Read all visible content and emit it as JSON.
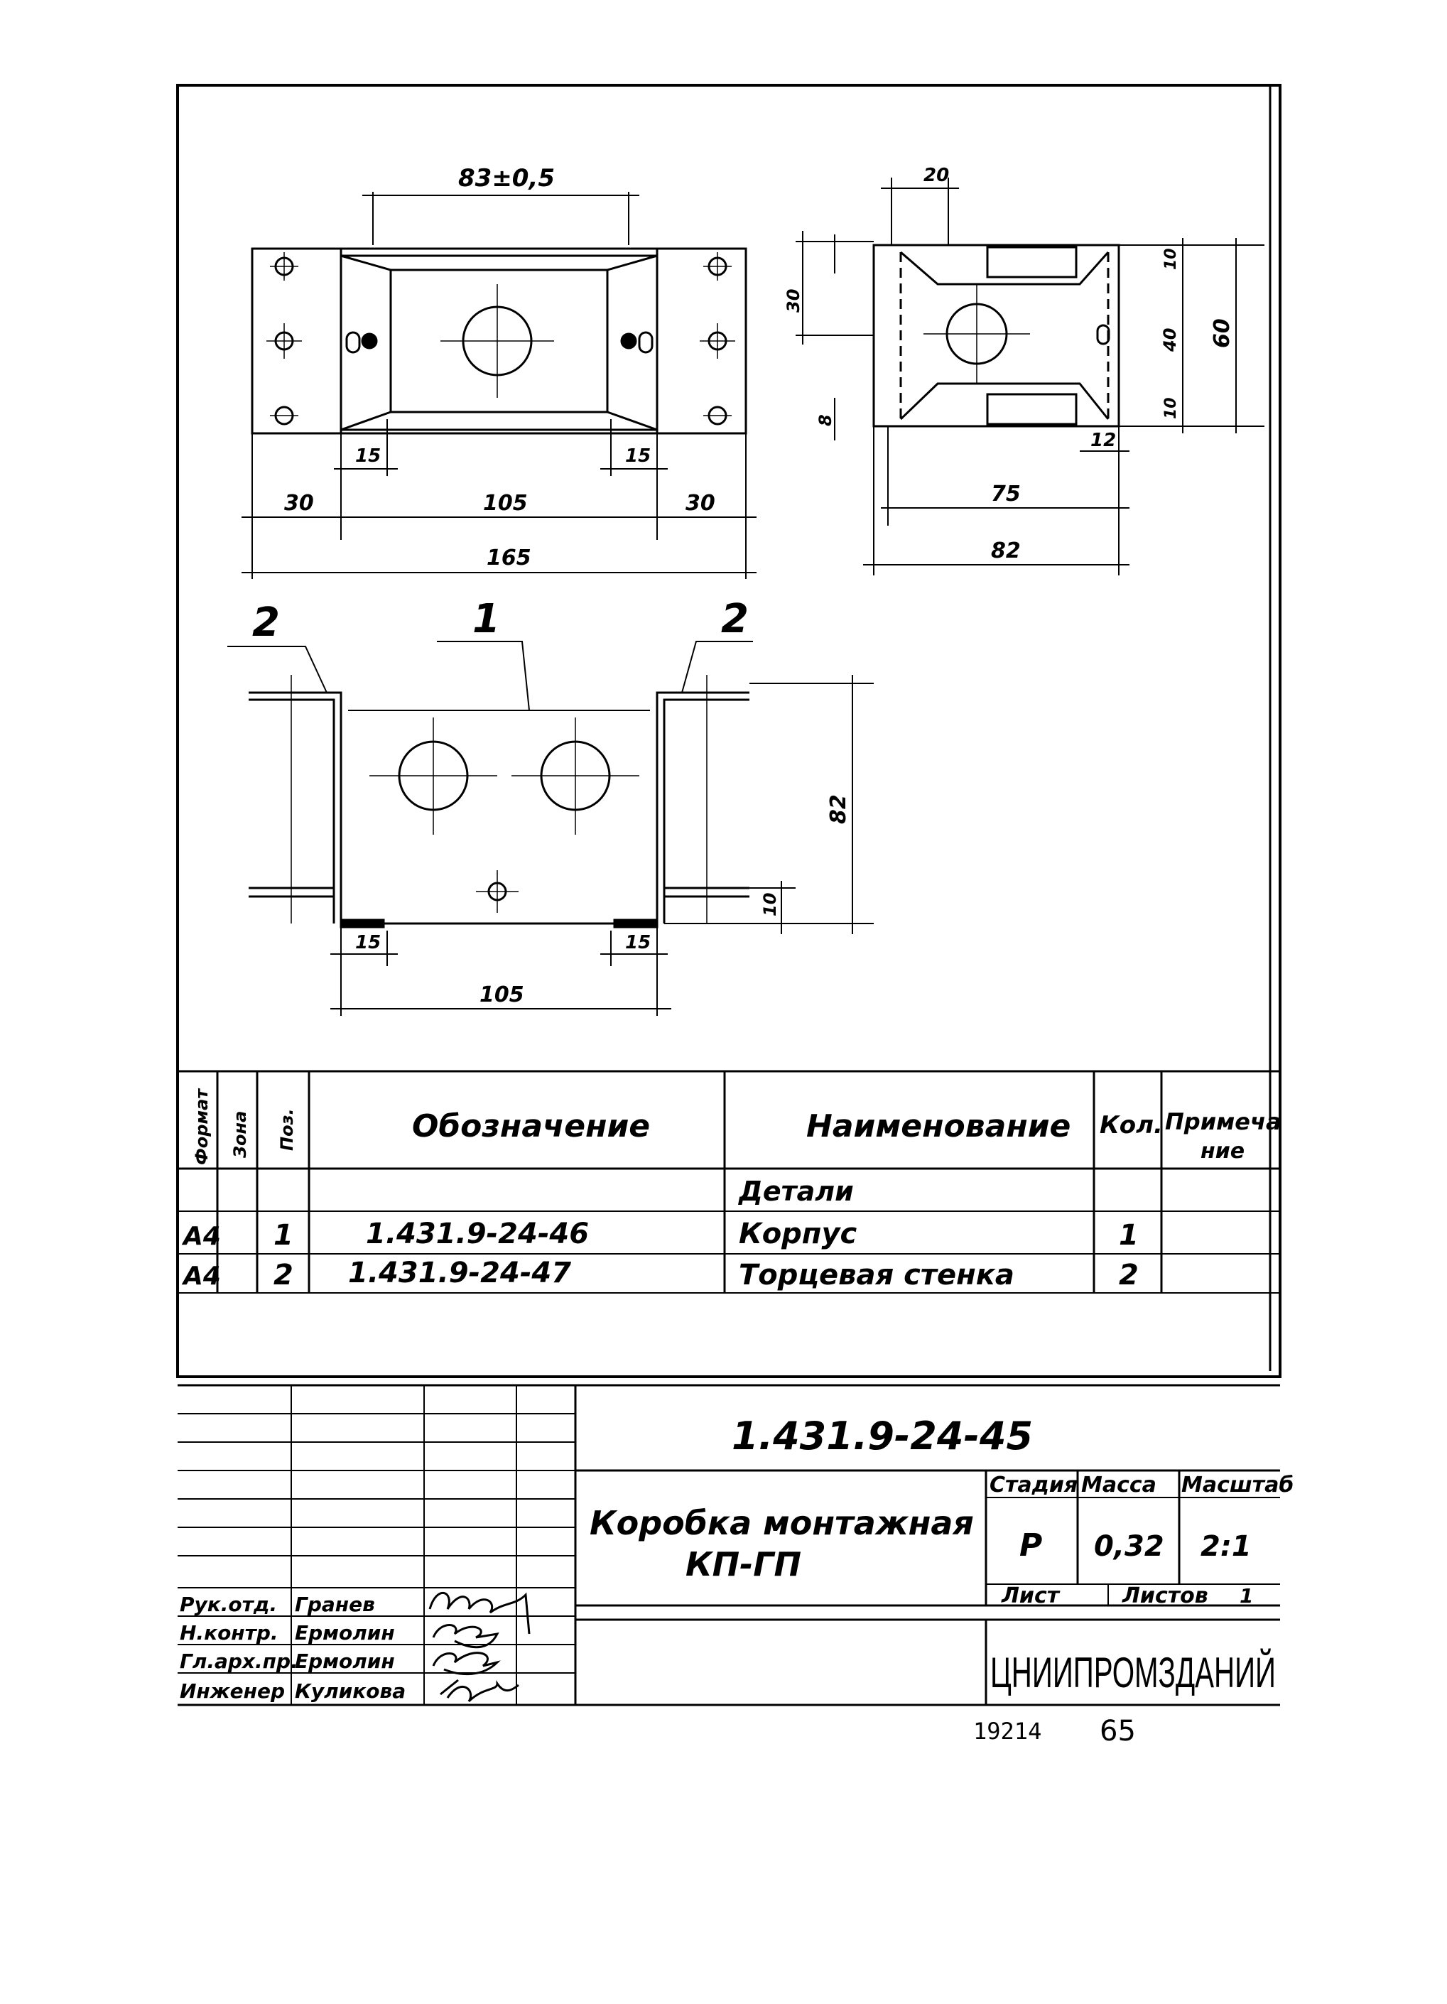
{
  "drawing": {
    "top_view": {
      "dims": {
        "d83": "83±0,5",
        "d15a": "15",
        "d15b": "15",
        "d30a": "30",
        "d105": "105",
        "d30b": "30",
        "d165": "165"
      }
    },
    "side_view": {
      "dims": {
        "d20": "20",
        "d30": "30",
        "d8": "8",
        "d10a": "10",
        "d40": "40",
        "d10b": "10",
        "d60": "60",
        "d12": "12",
        "d75": "75",
        "d82": "82"
      }
    },
    "front_view": {
      "callouts": {
        "left": "2",
        "center": "1",
        "right": "2"
      },
      "dims": {
        "d82": "82",
        "d10": "10",
        "d15a": "15",
        "d15b": "15",
        "d105": "105"
      }
    }
  },
  "spec_table": {
    "headers": {
      "format": "Формат",
      "zone": "Зона",
      "pos": "Поз.",
      "designation": "Обозначение",
      "name": "Наименование",
      "qty": "Кол.",
      "note_l1": "Примеча",
      "note_l2": "ние"
    },
    "section": "Детали",
    "rows": [
      {
        "format": "А4",
        "pos": "1",
        "designation": "1.431.9-24-46",
        "name": "Корпус",
        "qty": "1"
      },
      {
        "format": "А4",
        "pos": "2",
        "designation": "1.431.9-24-47",
        "name": "Торцевая стенка",
        "qty": "2"
      }
    ]
  },
  "title_block": {
    "doc_number": "1.431.9-24-45",
    "title_l1": "Коробка монтажная",
    "title_l2": "КП-ГП",
    "stage_label": "Стадия",
    "mass_label": "Масса",
    "scale_label": "Масштаб",
    "stage": "Р",
    "mass": "0,32",
    "scale": "2:1",
    "sheet_label": "Лист",
    "sheets_label": "Листов",
    "sheets": "1",
    "organization": "ЦНИИПРОМЗДАНИЙ",
    "staff": [
      {
        "role": "Рук.отд.",
        "name": "Гранев"
      },
      {
        "role": "Н.контр.",
        "name": "Ермолин"
      },
      {
        "role": "Гл.арх.пр.",
        "name": "Ермолин"
      },
      {
        "role": "Инженер",
        "name": "Куликова"
      }
    ]
  },
  "footer": {
    "archive_number": "19214",
    "page": "65"
  }
}
